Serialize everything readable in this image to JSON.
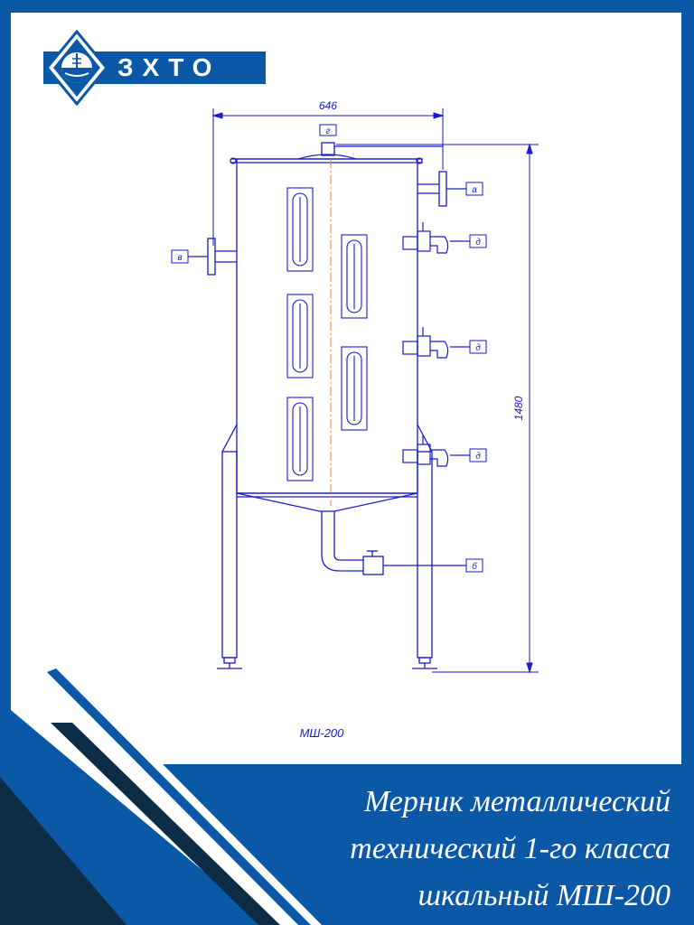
{
  "brand": {
    "name": "ЗХТО"
  },
  "drawing": {
    "width_dim": "646",
    "height_dim": "1480",
    "model_label": "МШ-200",
    "callouts": [
      "г",
      "а",
      "в",
      "д",
      "д",
      "д",
      "б"
    ]
  },
  "caption": {
    "line1": "Мерник металлический",
    "line2": "технический 1-го класса",
    "line3": "шкальный МШ-200"
  },
  "colors": {
    "brand_blue": "#0b58a6",
    "dark_navy": "#0d2c45",
    "drawing_blue": "#1a1ad0",
    "center_line": "#f08030"
  }
}
